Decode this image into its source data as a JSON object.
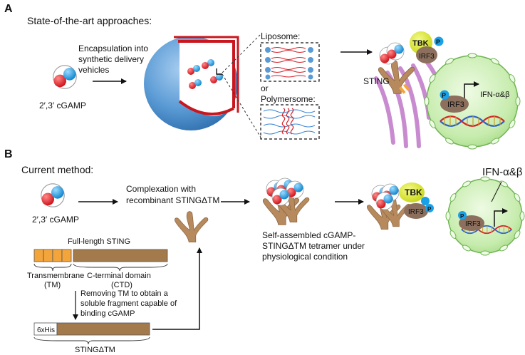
{
  "panel_a": {
    "letter": "A",
    "heading": "State-of-the-art approaches:",
    "encapsulation_lines": [
      "Encapsulation into",
      "synthetic delivery",
      "vehicles"
    ],
    "cgamp_label": "2′,3′ cGAMP",
    "liposome_label": "Liposome:",
    "or_label": "or",
    "polymersome_label": "Polymersome:",
    "sting_label": "STING",
    "tbk_label": "TBK",
    "irf3_label": "IRF3",
    "p_label": "P",
    "ifn_label": "IFN-α&β"
  },
  "panel_b": {
    "letter": "B",
    "heading": "Current method:",
    "cgamp_label": "2′,3′ cGAMP",
    "complex_lines": [
      "Complexation with",
      "recombinant STINGΔTM"
    ],
    "self_assembled_lines": [
      "Self-assembled cGAMP-",
      "STINGΔTM tetramer under",
      "physiological condition"
    ],
    "full_length_label": "Full-length STING",
    "tm_lines": [
      "Transmembrane",
      "(TM)"
    ],
    "ctd_lines": [
      "C-terminal domain",
      "(CTD)"
    ],
    "removing_lines": [
      "Removing TM to obtain a",
      "soluble fragment capable of",
      "binding cGAMP"
    ],
    "his_label": "6xHis",
    "sting_dtm_label": "STINGΔTM",
    "tbk_label": "TBK",
    "irf3_label": "IRF3",
    "p_label": "P",
    "ifn_label": "IFN-α&β"
  },
  "colors": {
    "red": "#e8212a",
    "blue": "#1aa0e6",
    "sting_brown": "#b78a5e",
    "irf_brown": "#8c6f5c",
    "tbk_yellow": "#dbe81c",
    "nucleus_green": "#c7ecae",
    "er_purple": "#c98bd0",
    "vesicle_blue": "#5b9bd5",
    "tm_orange": "#f3a53b",
    "ctd_brown": "#a27a4b"
  }
}
